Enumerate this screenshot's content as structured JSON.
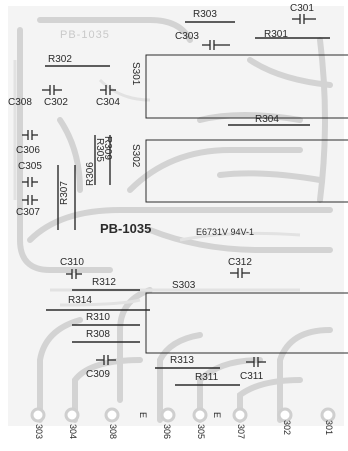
{
  "board": {
    "id_label": "PB-1035",
    "mirror_label": "PB-1035",
    "ul_mark": "E6731V 94V-1",
    "switches": [
      "S301",
      "S302",
      "S303"
    ],
    "resistors": [
      "R303",
      "R301",
      "R302",
      "R304",
      "R305",
      "R306",
      "R307",
      "R308",
      "R309",
      "R310",
      "R311",
      "R312",
      "R313",
      "R314"
    ],
    "capacitors": [
      "C301",
      "C302",
      "C303",
      "C304",
      "C305",
      "C306",
      "C307",
      "C308",
      "C309",
      "C310",
      "C311",
      "C312"
    ],
    "pins": [
      "303",
      "304",
      "308",
      "E",
      "306",
      "305",
      "E",
      "307",
      "302",
      "301"
    ]
  },
  "colors": {
    "board": "#f4f4f4",
    "trace": "#d6d6d6",
    "ink": "#2b2b2b",
    "background": "#ffffff"
  }
}
